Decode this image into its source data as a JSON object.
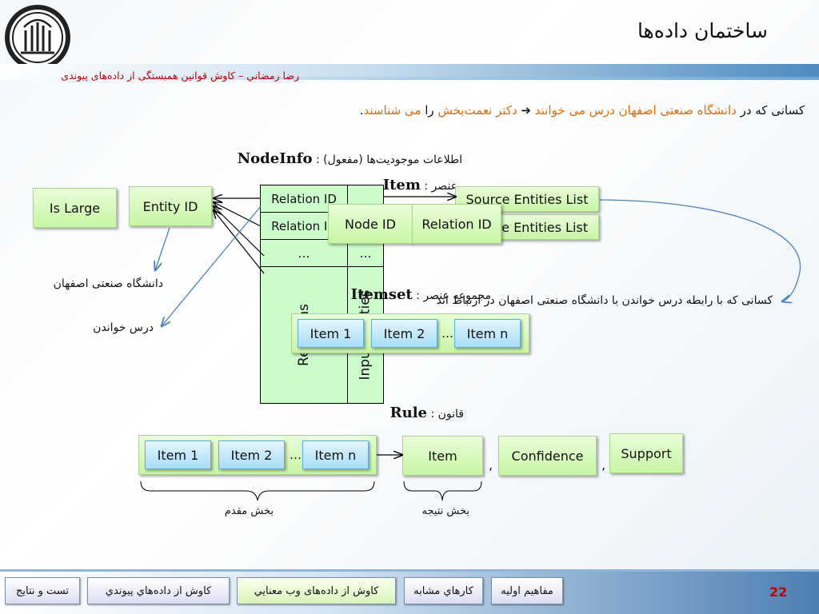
{
  "slide": {
    "title": "ساختمان داده‌ها",
    "author_line": "رضا رمضاني – كاوش قوانين همبستگی از داده‌های پيوندی",
    "page_number": "22"
  },
  "intro": {
    "part1": "کسانی که در",
    "part2": "دانشگاه صنعتی اصفهان درس می خوانند",
    "arrow": "➔",
    "part3": "دکتر نعمت‌بخش",
    "part4": "را",
    "part5": "می شناسند",
    "part6": "."
  },
  "nodeinfo": {
    "label_fa": "اطلاعات موجودیت‌ها (مفعول) :",
    "label_en": "NodeInfo",
    "is_large": "Is Large",
    "entity_id": "Entity ID",
    "table": {
      "r1_left": "Relation ID",
      "r2_left": "Relation ID",
      "r3_left": "…",
      "r3_right": "…",
      "col_left": "Relations",
      "col_right": "Input Entities"
    },
    "note_university": "دانشگاه صنعتی اصفهان",
    "note_study": "درس خواندن"
  },
  "item": {
    "label_fa": "عنصر :",
    "label_en": "Item",
    "source_list": "Source Entities List",
    "target_list": "Source Entities List",
    "node_id": "Node ID",
    "relation_id": "Relation ID",
    "note": "کسانی که با رابطه درس خواندن با دانشگاه صنعتی اصفهان در ارتباط اند"
  },
  "itemset": {
    "label_fa": "مجموعه عنصر :",
    "label_en": "Itemset",
    "items": [
      "Item 1",
      "Item 2",
      "…",
      "Item n"
    ]
  },
  "rule": {
    "label_fa": "قانون :",
    "label_en": "Rule",
    "items": [
      "Item 1",
      "Item 2",
      "…",
      "Item n"
    ],
    "result": "Item",
    "confidence": "Confidence",
    "support": "Support",
    "comma1": ",",
    "comma2": ",",
    "antecedent": "بخش مقدم",
    "consequent": "بخش نتیجه"
  },
  "nav": {
    "btn1": "تست و نتايج",
    "btn2": "كاوش از داده‌هاي پيوندي",
    "btn3": "كاوش از داده‌های وب معنايي",
    "btn4": "كارهاي مشابه",
    "btn5": "مفاهيم اوليه"
  },
  "colors": {
    "accent_red": "#c00000",
    "accent_orange": "#e36c09",
    "box_green": "#c8f5a4",
    "box_blue": "#a8dcf7",
    "arrow_blue": "#4f81bd"
  }
}
